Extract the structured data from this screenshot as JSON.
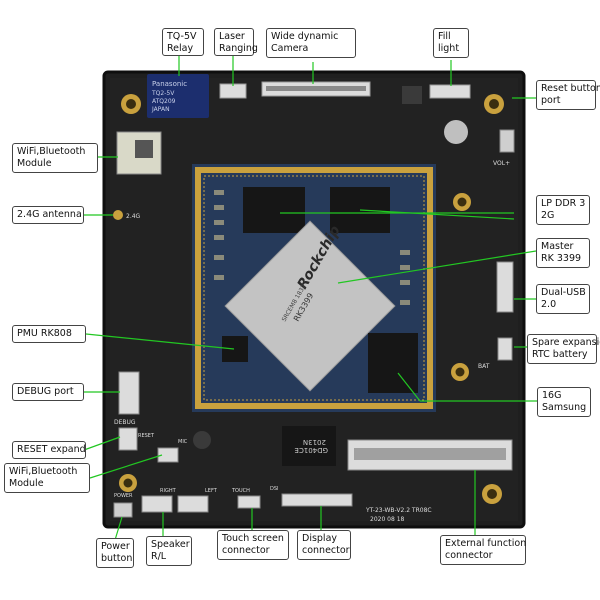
{
  "colors": {
    "pcb": "#1f1f1f",
    "pcb_edge": "#0e0e0e",
    "core_board": "#263a5a",
    "gold_frame": "#c9a13e",
    "pad_gold": "#d6b13c",
    "chip_black": "#161616",
    "soc_silver": "#c3c3c3",
    "connector_white": "#dcdcdc",
    "leader_line": "#22c722"
  },
  "labels": {
    "relay": [
      "TQ-5V",
      "Relay"
    ],
    "laser": [
      "Laser",
      "Ranging"
    ],
    "camera": [
      "Wide dynamic",
      "Camera"
    ],
    "fill_light": [
      "Fill",
      "light"
    ],
    "reset_button": [
      "Reset button",
      "port"
    ],
    "wifi_top": [
      "WiFi,Bluetooth",
      "Module"
    ],
    "antenna": [
      "2.4G  antenna"
    ],
    "lpddr": [
      "LP DDR 3",
      "2G"
    ],
    "master": [
      "Master",
      "RK 3399"
    ],
    "dual_usb": [
      "Dual-USB",
      "2.0"
    ],
    "pmu": [
      "PMU  RK808"
    ],
    "spare_rtc": [
      "Spare expansion",
      "RTC battery"
    ],
    "debug": [
      "DEBUG port"
    ],
    "samsung": [
      "16G",
      "Samsung"
    ],
    "reset_expand": [
      "RESET expand"
    ],
    "wifi_bottom": [
      "WiFi,Bluetooth",
      "Module"
    ],
    "power_button": [
      "Power",
      "button"
    ],
    "speaker": [
      "Speaker",
      "R/L"
    ],
    "touch": [
      "Touch screen",
      "connector"
    ],
    "display": [
      "Display",
      "connector"
    ],
    "external": [
      "External function",
      "connector"
    ]
  },
  "board_text": {
    "relay_brand": "Panasonic",
    "relay_model": "TQ2-5V",
    "relay_code": "ATQ209",
    "relay_origin": "JAPAN",
    "soc_logo": "Rockchip",
    "soc_model": "RK3399",
    "soc_code": "SRCEM8 1832",
    "ic_code_1": "2013N",
    "ic_code_2": "GD401CE",
    "silk_antenna": "2.4G",
    "silk_vol": "VOL+",
    "silk_bat": "BAT",
    "silk_debug": "DEBUG",
    "silk_reset": "RESET",
    "silk_mic": "MIC",
    "silk_power": "POWER",
    "silk_right": "RIGHT",
    "silk_left": "LEFT",
    "silk_touch": "TOUCH",
    "silk_dsi": "DSI",
    "silk_version": "YT-23-WB-V2.2 TR08C",
    "silk_date": "2020 08 18"
  }
}
